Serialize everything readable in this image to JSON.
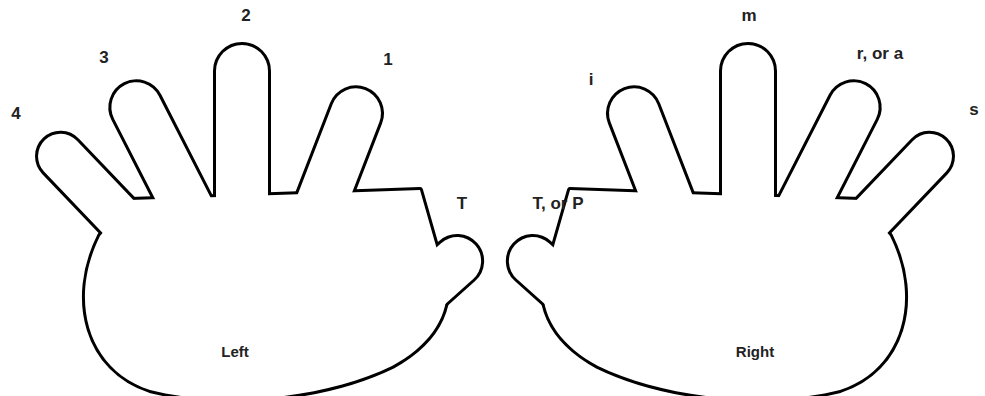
{
  "diagram": {
    "nodes": [
      {
        "text": [
          "Left"
        ]
      },
      {
        "text": [
          "Right"
        ]
      }
    ],
    "labels": [
      "4",
      "3",
      "2",
      "1",
      "T",
      "T, or P",
      "i",
      "m",
      "r, or a",
      "s"
    ]
  }
}
